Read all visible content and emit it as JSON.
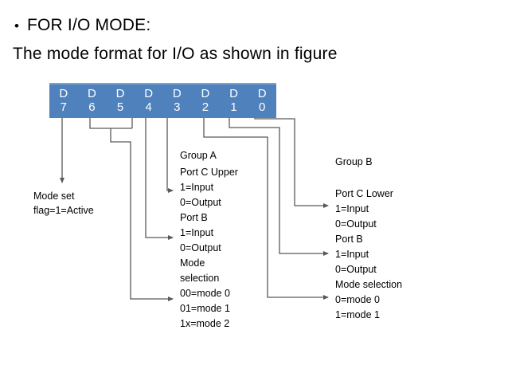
{
  "slide": {
    "bullet_marker": "•",
    "bullet_text": "FOR I/O MODE:",
    "subheading": "The mode format for I/O as shown in figure"
  },
  "bit_table": {
    "fill_color": "#4f81bd",
    "top_band_color": "#7ba3d0",
    "text_color": "#ffffff",
    "cells": [
      {
        "label": "D",
        "bit": "7"
      },
      {
        "label": "D",
        "bit": "6"
      },
      {
        "label": "D",
        "bit": "5"
      },
      {
        "label": "D",
        "bit": "4"
      },
      {
        "label": "D",
        "bit": "3"
      },
      {
        "label": "D",
        "bit": "2"
      },
      {
        "label": "D",
        "bit": "1"
      },
      {
        "label": "D",
        "bit": "0"
      }
    ]
  },
  "mode_flag": {
    "line1": "Mode set",
    "line2": "flag=1=Active"
  },
  "group_a": {
    "title": "Group A",
    "port_c_label": "Port C Upper",
    "port_c_input": "1=Input",
    "port_c_output": "0=Output",
    "port_b_label": "Port B",
    "port_b_input": "1=Input",
    "port_b_output": "0=Output",
    "mode_label_line1": "Mode",
    "mode_label_line2": "selection",
    "mode_0": "00=mode 0",
    "mode_1": "01=mode 1",
    "mode_2": "1x=mode 2"
  },
  "group_b": {
    "title": "Group B",
    "port_c_label": "Port C Lower",
    "port_c_input": "1=Input",
    "port_c_output": "0=Output",
    "port_b_label": "Port B",
    "port_b_input": "1=Input",
    "port_b_output": "0=Output",
    "mode_label": "Mode selection",
    "mode_0": "0=mode 0",
    "mode_1": "1=mode 1"
  },
  "connectors": {
    "line_color": "#595959",
    "arrow_targets": [
      "mode-set-flag",
      "group-a-port-c-input",
      "group-a-port-b-input",
      "group-a-mode-selection",
      "group-b-port-c-input",
      "group-b-port-b-input",
      "group-b-mode-selection"
    ]
  }
}
